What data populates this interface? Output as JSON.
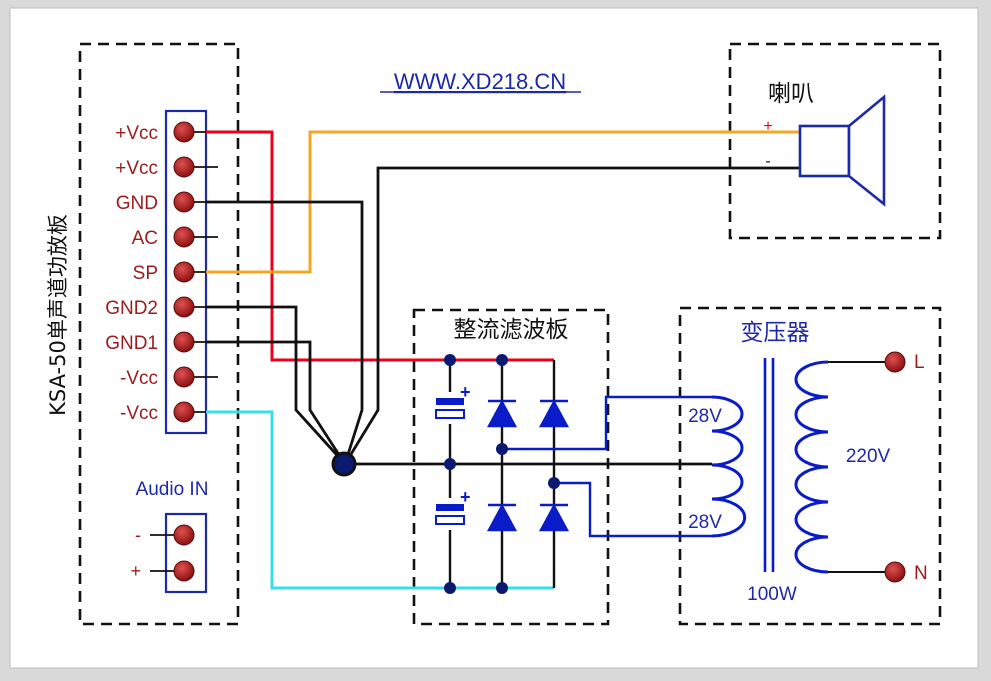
{
  "website": "WWW.XD218.CN",
  "board": {
    "title": "KSA-50单声道功放板",
    "pins": [
      "+Vcc",
      "+Vcc",
      "GND",
      "AC",
      "SP",
      "GND2",
      "GND1",
      "-Vcc",
      "-Vcc"
    ],
    "audio_in": {
      "title": "Audio IN",
      "pins": [
        "-",
        "+"
      ]
    }
  },
  "speaker": {
    "title": "喇叭",
    "plus": "+",
    "minus": "-"
  },
  "rectifier": {
    "title": "整流滤波板",
    "cap_plus": "+"
  },
  "transformer": {
    "title": "变压器",
    "secondary_top": "28V",
    "secondary_bottom": "28V",
    "primary": "220V",
    "power": "100W",
    "terminal_l": "L",
    "terminal_n": "N"
  },
  "colors": {
    "red": "#e8001c",
    "orange": "#f5a623",
    "black": "#111111",
    "cyan": "#33e0e8",
    "blue": "#0a1cc8",
    "navy": "#0a1a70",
    "pin": "#a81c1c",
    "text_red": "#9a1c1c",
    "text_blue": "#1d2aa8"
  }
}
